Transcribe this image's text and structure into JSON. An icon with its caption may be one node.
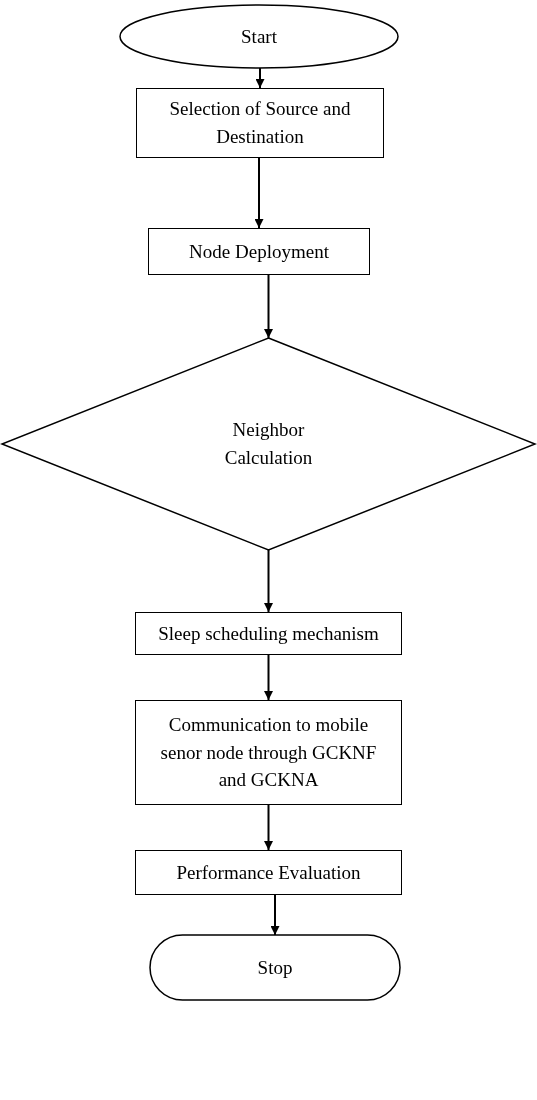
{
  "diagram": {
    "nodes": [
      {
        "text": [
          "Start"
        ]
      },
      {
        "text": [
          "Selection of Source and Destination"
        ]
      },
      {
        "text": [
          "Node Deployment"
        ]
      },
      {
        "text": [
          "Neighbor Calculation"
        ]
      },
      {
        "text": [
          "Sleep scheduling mechanism"
        ]
      },
      {
        "text": [
          "Communication to mobile senor node through GCKNF and GCKNA"
        ]
      },
      {
        "text": [
          "Performance Evaluation"
        ]
      },
      {
        "text": [
          "Stop"
        ]
      }
    ],
    "edges": [
      {
        "from": 0,
        "to": 1,
        "arrow": "to"
      },
      {
        "from": 1,
        "to": 2,
        "arrow": "to"
      },
      {
        "from": 2,
        "to": 3,
        "arrow": "to"
      },
      {
        "from": 3,
        "to": 4,
        "arrow": "to"
      },
      {
        "from": 4,
        "to": 5,
        "arrow": "to"
      },
      {
        "from": 5,
        "to": 6,
        "arrow": "to"
      },
      {
        "from": 6,
        "to": 7,
        "arrow": "to"
      }
    ]
  }
}
